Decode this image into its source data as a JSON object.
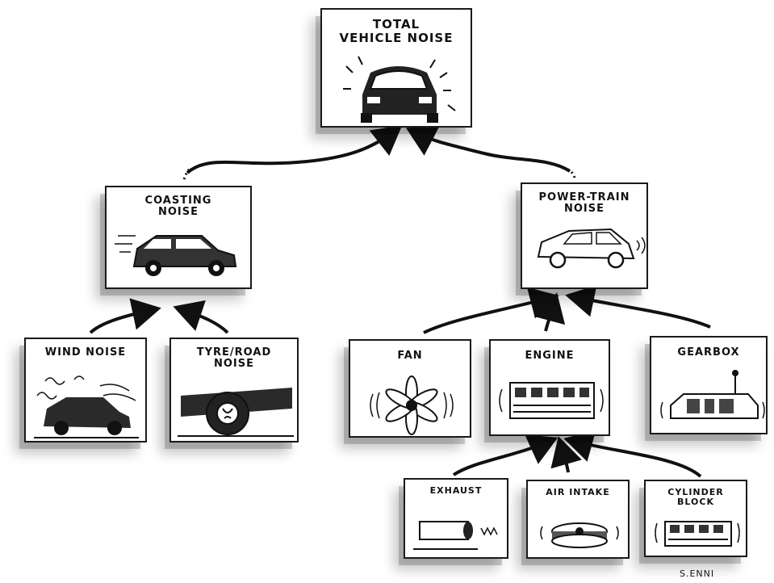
{
  "diagram": {
    "nodes": {
      "total": {
        "label_line1": "TOTAL",
        "label_line2": "VEHICLE NOISE",
        "icon": "car-front-icon"
      },
      "coasting": {
        "label_line1": "COASTING",
        "label_line2": "NOISE",
        "icon": "car-side-icon"
      },
      "power": {
        "label_line1": "POWER-TRAIN",
        "label_line2": "NOISE",
        "icon": "hatchback-icon"
      },
      "wind": {
        "label_line1": "WIND NOISE",
        "icon": "car-wind-icon"
      },
      "tyre": {
        "label_line1": "TYRE/ROAD",
        "label_line2": "NOISE",
        "icon": "wheel-icon"
      },
      "fan": {
        "label_line1": "FAN",
        "icon": "fan-icon"
      },
      "engine": {
        "label_line1": "ENGINE",
        "icon": "engine-icon"
      },
      "gearbox": {
        "label_line1": "GEARBOX",
        "icon": "gearbox-icon"
      },
      "exhaust": {
        "label_line1": "EXHAUST",
        "icon": "exhaust-pipe-icon"
      },
      "intake": {
        "label_line1": "AIR INTAKE",
        "icon": "air-filter-icon"
      },
      "cylinder": {
        "label_line1": "CYLINDER",
        "label_line2": "BLOCK",
        "icon": "cylinder-block-icon"
      }
    },
    "edges": [
      [
        "coasting",
        "total"
      ],
      [
        "power",
        "total"
      ],
      [
        "wind",
        "coasting"
      ],
      [
        "tyre",
        "coasting"
      ],
      [
        "fan",
        "power"
      ],
      [
        "engine",
        "power"
      ],
      [
        "gearbox",
        "power"
      ],
      [
        "exhaust",
        "engine"
      ],
      [
        "intake",
        "engine"
      ],
      [
        "cylinder",
        "engine"
      ]
    ],
    "signature": "S.ENNI"
  }
}
